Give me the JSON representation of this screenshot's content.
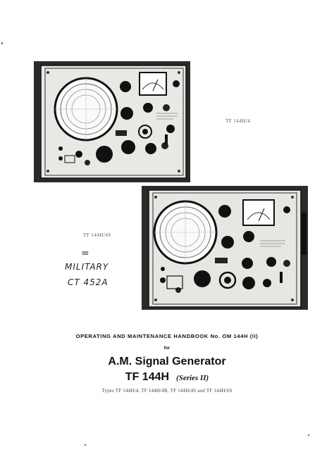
{
  "photos": {
    "top_caption": "TF 144H/4",
    "bottom_caption": "TF 144H/4S"
  },
  "handwritten": {
    "equals": "=",
    "line1": "MILITARY",
    "line2": "CT 452A"
  },
  "document": {
    "handbook_line": "OPERATING AND MAINTENANCE HANDBOOK No. OM 144H (II)",
    "for": "for",
    "title": "A.M. Signal Generator",
    "model": "TF 144H",
    "series": "(Series II)",
    "types": "Types TF 144H/4, TF 144H/4R, TF 144H/4S and TF 144H/6S"
  }
}
